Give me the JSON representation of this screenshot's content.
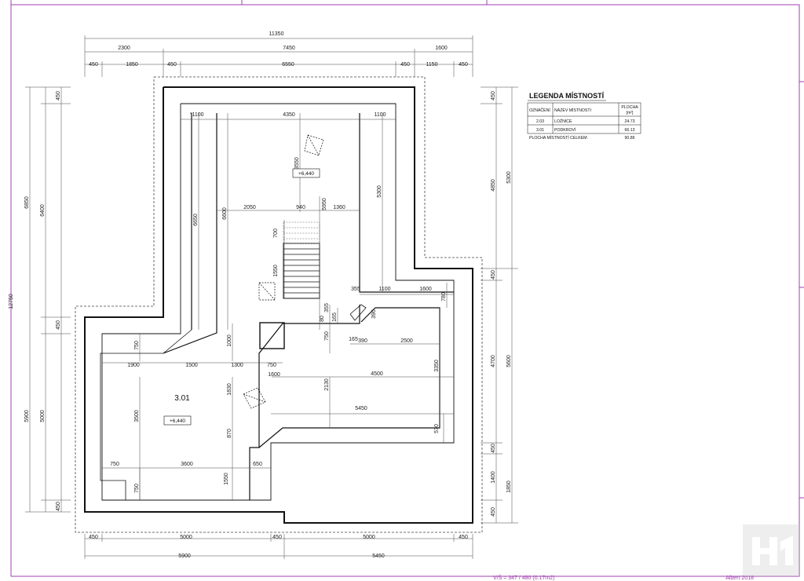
{
  "plan": {
    "room_number": "3.01",
    "levels": [
      "+6,440",
      "+6,440"
    ]
  },
  "dimensions": {
    "top": [
      "11350",
      "2300",
      "7450",
      "1600",
      "450",
      "1850",
      "450",
      "6550",
      "450",
      "1150",
      "450"
    ],
    "bottom": [
      "450",
      "5000",
      "450",
      "5000",
      "450",
      "5900",
      "5450"
    ],
    "left": [
      "6850",
      "6400",
      "450",
      "12750",
      "450",
      "5900",
      "5000",
      "450"
    ],
    "right": [
      "450",
      "4850",
      "5300",
      "450",
      "4700",
      "5600",
      "450",
      "1400",
      "1850",
      "450"
    ],
    "interior": [
      "1100",
      "4350",
      "1100",
      "3550",
      "5300",
      "6650",
      "6600",
      "2050",
      "940",
      "5950",
      "1360",
      "700",
      "1550",
      "355",
      "1100",
      "1600",
      "780",
      "80",
      "355",
      "165",
      "390",
      "750",
      "1000",
      "750",
      "165",
      "390",
      "2500",
      "1900",
      "1500",
      "1300",
      "750",
      "1600",
      "4500",
      "3350",
      "2130",
      "1830",
      "3500",
      "5450",
      "870",
      "570",
      "750",
      "3600",
      "650",
      "750",
      "1550"
    ]
  },
  "legend": {
    "title": "LEGENDA MÍSTNOSTÍ",
    "headers": {
      "code": "OZNAČENÍ",
      "name": "NÁZEV MÍSTNOSTI",
      "area": "PLOCHA",
      "area_unit": "[m²]"
    },
    "rows": [
      {
        "code": "2.03",
        "name": "LOŽNICE",
        "area": "24.73"
      },
      {
        "code": "3.01",
        "name": "PODKROVÍ",
        "area": "66.13"
      }
    ],
    "total_label": "PLOCHA MÍSTNOSTÍ CELKEM:",
    "total_value": "90.86"
  },
  "footer": {
    "scale_info": "V/Š = 347 / 480 (0.17m2)",
    "right_text": "Albert 2018"
  },
  "colors": {
    "frame": "#a23fb0",
    "ink": "#111111",
    "dim_line": "#444444",
    "hidden": "#666666"
  }
}
